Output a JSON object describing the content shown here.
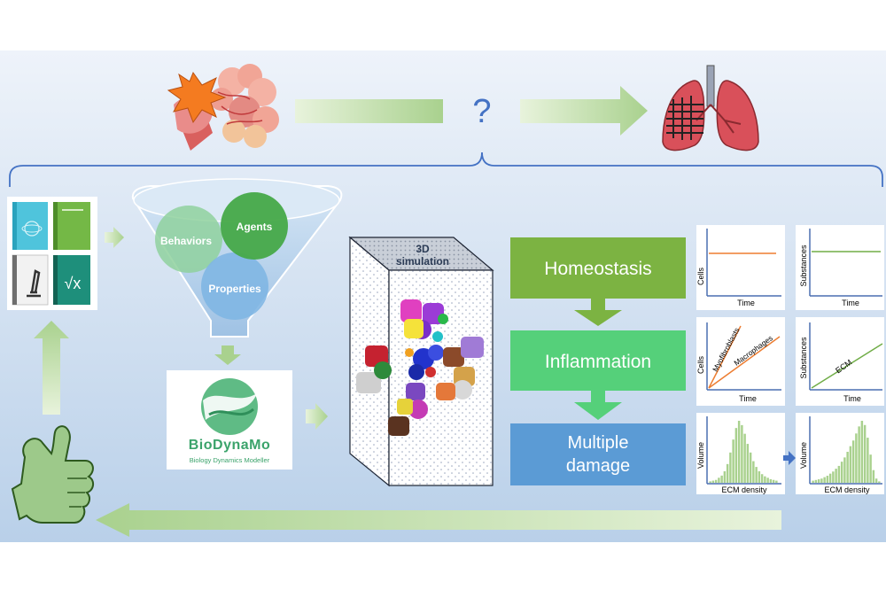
{
  "question_mark": "?",
  "funnel": {
    "behaviors": "Behaviors",
    "agents": "Agents",
    "properties": "Properties"
  },
  "biodynamo": {
    "name": "BioDynaMo",
    "subtitle": "Biology Dynamics Modeller"
  },
  "simulation": {
    "label_line1": "3D",
    "label_line2": "simulation"
  },
  "states": {
    "homeostasis": "Homeostasis",
    "inflammation": "Inflammation",
    "damage_line1": "Multiple",
    "damage_line2": "damage"
  },
  "plots": {
    "cells": "Cells",
    "substances": "Substances",
    "time": "Time",
    "myofibroblasts": "Myofibroblasts",
    "macrophages": "Macrophages",
    "ecm": "ECM",
    "volume": "Volume",
    "ecm_density": "ECM density"
  },
  "book_icons": [
    "atom-book-icon",
    "green-book-icon",
    "microscope-book-icon",
    "sqrt-x-book-icon"
  ],
  "sqrt_symbol": "√x",
  "colors": {
    "green_box": "#7bb545",
    "light_green_box": "#58d07e",
    "blue_box": "#5b9bd5",
    "arrow_green": "#c6e0b4",
    "bracket_blue": "#4472c4",
    "background_top": "#e9f0f8",
    "background_bottom": "#bdd3ea"
  },
  "histogram_left": [
    2,
    3,
    4,
    7,
    10,
    16,
    26,
    42,
    60,
    76,
    86,
    80,
    68,
    54,
    42,
    30,
    22,
    16,
    12,
    9,
    7,
    5,
    4,
    3
  ],
  "histogram_right": [
    3,
    4,
    5,
    6,
    8,
    10,
    13,
    16,
    20,
    24,
    30,
    36,
    44,
    52,
    60,
    70,
    80,
    88,
    82,
    64,
    40,
    18,
    6,
    2
  ]
}
